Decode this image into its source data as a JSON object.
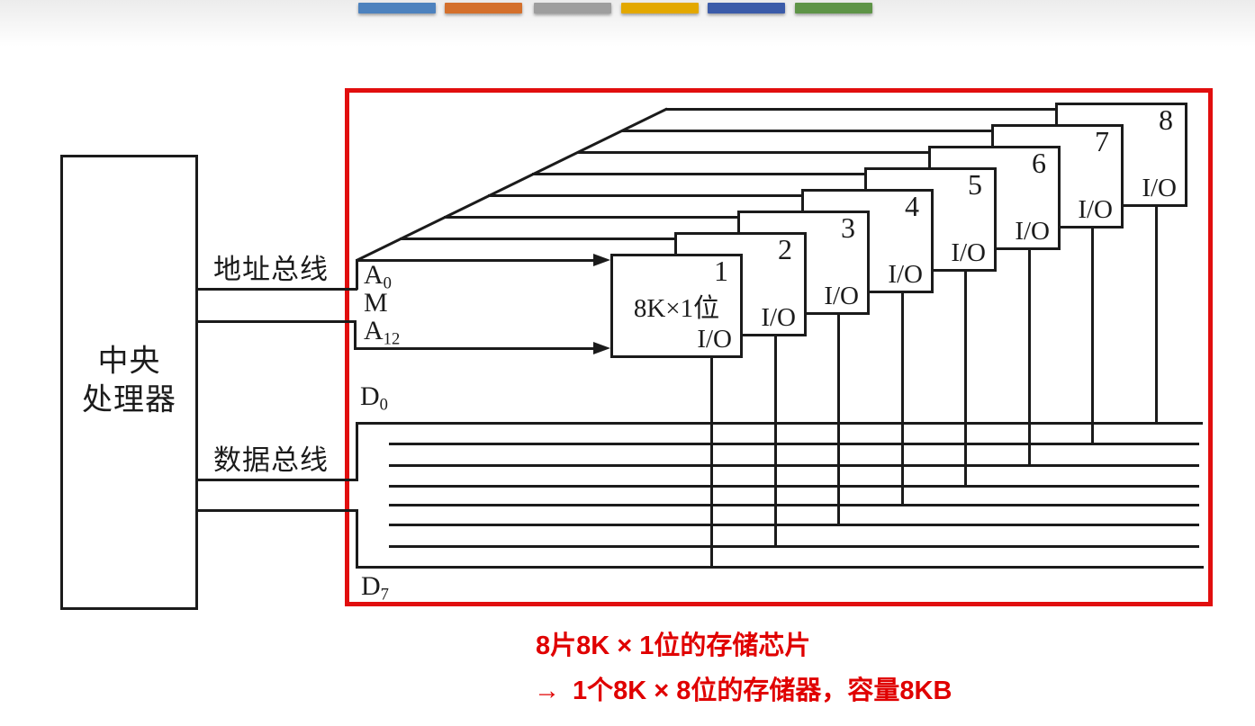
{
  "decor_bars": {
    "colors": [
      "#4d82be",
      "#d4702c",
      "#9e9e9e",
      "#e3a800",
      "#3b5ba9",
      "#5e9447"
    ]
  },
  "frame_color": "#e10e0e",
  "cpu": {
    "line1": "中央",
    "line2": "处理器"
  },
  "bus": {
    "address_label": "地址总线",
    "data_label": "数据总线"
  },
  "signals": {
    "a0": {
      "base": "A",
      "sub": "0"
    },
    "m": {
      "base": "M",
      "sub": ""
    },
    "a12": {
      "base": "A",
      "sub": "12"
    },
    "d0": {
      "base": "D",
      "sub": "0"
    },
    "d7": {
      "base": "D",
      "sub": "7"
    }
  },
  "chips": [
    {
      "num": "1",
      "label": "8K×1位",
      "io": "I/O"
    },
    {
      "num": "2",
      "io": "I/O"
    },
    {
      "num": "3",
      "io": "I/O"
    },
    {
      "num": "4",
      "io": "I/O"
    },
    {
      "num": "5",
      "io": "I/O"
    },
    {
      "num": "6",
      "io": "I/O"
    },
    {
      "num": "7",
      "io": "I/O"
    },
    {
      "num": "8",
      "io": "I/O"
    }
  ],
  "caption": {
    "color": "#e00000",
    "line1": "8片8K × 1位的存储芯片",
    "arrow": "→",
    "line2": "1个8K × 8位的存储器，容量8KB"
  }
}
